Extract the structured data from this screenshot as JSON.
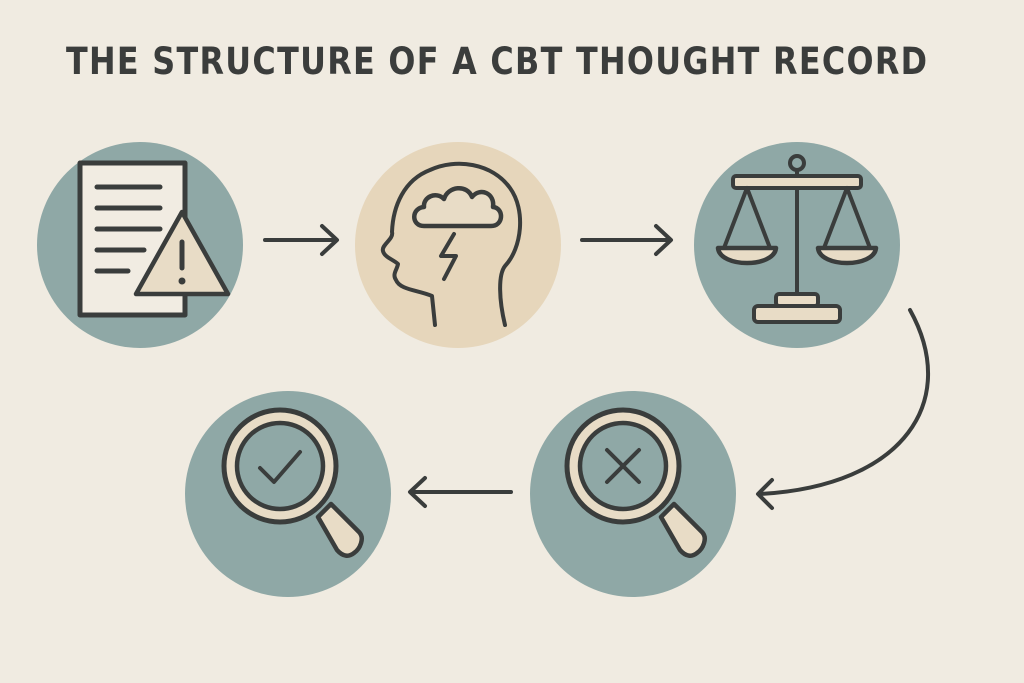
{
  "title": "THE STRUCTURE OF A CBT THOUGHT RECORD",
  "colors": {
    "background": "#f0ebe1",
    "teal_circle": "#8fa8a6",
    "sand_circle": "#e6d6bb",
    "stroke": "#3a3d3c",
    "fill_light": "#e8dcc6",
    "paper": "#f1ece2"
  },
  "steps": [
    {
      "icon": "document-warning-icon",
      "circle": "teal"
    },
    {
      "icon": "head-storm-icon",
      "circle": "sand"
    },
    {
      "icon": "balance-scale-icon",
      "circle": "teal"
    },
    {
      "icon": "magnifier-cross-icon",
      "circle": "teal"
    },
    {
      "icon": "magnifier-check-icon",
      "circle": "teal"
    }
  ],
  "flow": [
    "arrow-right",
    "arrow-right",
    "arrow-curved-down-left",
    "arrow-left"
  ]
}
